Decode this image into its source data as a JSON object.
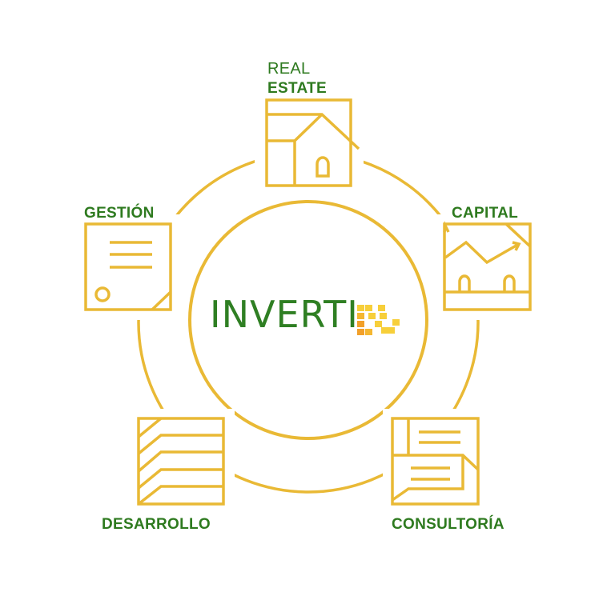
{
  "logo": {
    "text": "INVERTI"
  },
  "segments": [
    {
      "id": "real-estate",
      "label_line1": "REAL",
      "label_line2": "ESTATE"
    },
    {
      "id": "capital",
      "label": "CAPITAL"
    },
    {
      "id": "consultoria",
      "label": "CONSULTORÍA"
    },
    {
      "id": "desarrollo",
      "label": "DESARROLLO"
    },
    {
      "id": "gestion",
      "label": "GESTIÓN"
    }
  ],
  "colors": {
    "gold": "#e9b935",
    "green": "#2e7a1f",
    "logo_orange": "#f2a02a",
    "logo_yellow": "#f7cf3a"
  }
}
